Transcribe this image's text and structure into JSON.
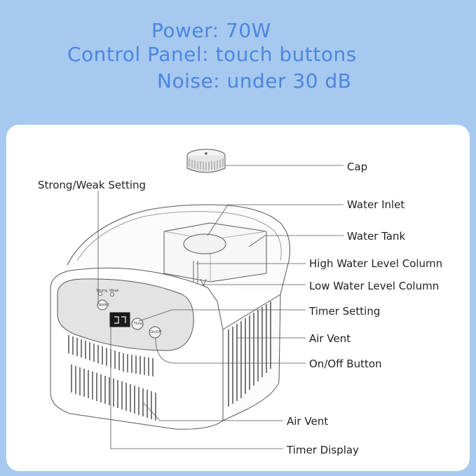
{
  "specs": [
    "Power: 70W",
    "Control Panel: touch buttons",
    "Noise: under 30 dB"
  ],
  "labels": {
    "cap": "Cap",
    "strong_weak": "Strong/Weak Setting",
    "water_inlet": "Water Inlet",
    "water_tank": "Water Tank",
    "high_level": "High Water Level Column",
    "low_level": "Low Water Level Column",
    "timer_setting": "Timer Setting",
    "air_vent_side": "Air Vent",
    "on_off": "On/Off Button",
    "air_vent_front": "Air Vent",
    "timer_display": "Timer Display"
  },
  "panel": {
    "strong": "Strong",
    "weak": "Weak",
    "speed": "Speed",
    "time": "Time",
    "onoff": "On/Off"
  },
  "colors": {
    "background": "#a7c9f0",
    "spec_text": "#4a86e0",
    "card": "#ffffff"
  }
}
